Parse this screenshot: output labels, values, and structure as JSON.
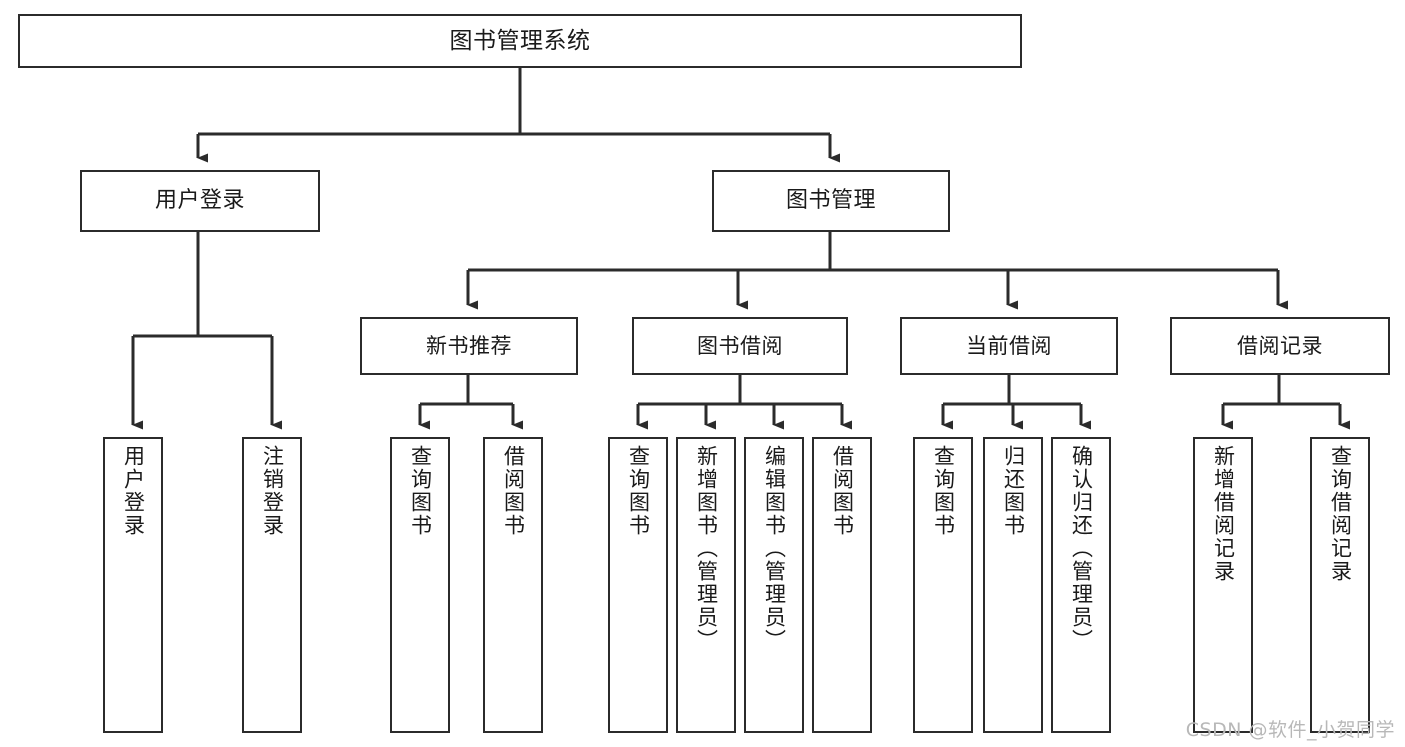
{
  "diagram": {
    "type": "tree-hierarchy",
    "orientation": "top-down",
    "watermark": "CSDN @软件_小贺同学",
    "stroke_color": "#2b2b2b",
    "fill_color": "#ffffff",
    "text_color": "#1a1a1a",
    "root": {
      "label": "图书管理系统"
    },
    "level2": [
      {
        "label": "用户登录"
      },
      {
        "label": "图书管理"
      }
    ],
    "level3": [
      {
        "label": "新书推荐"
      },
      {
        "label": "图书借阅"
      },
      {
        "label": "当前借阅"
      },
      {
        "label": "借阅记录"
      }
    ],
    "leaves": {
      "user_login": [
        {
          "label": "用户登录"
        },
        {
          "label": "注销登录"
        }
      ],
      "new_book_recommend": [
        {
          "label": "查询图书"
        },
        {
          "label": "借阅图书"
        }
      ],
      "book_borrow": [
        {
          "label": "查询图书"
        },
        {
          "label": "新增图书（管理员）"
        },
        {
          "label": "编辑图书（管理员）"
        },
        {
          "label": "借阅图书"
        }
      ],
      "current_borrow": [
        {
          "label": "查询图书"
        },
        {
          "label": "归还图书"
        },
        {
          "label": "确认归还（管理员）"
        }
      ],
      "borrow_record": [
        {
          "label": "新增借阅记录"
        },
        {
          "label": "查询借阅记录"
        }
      ]
    }
  }
}
